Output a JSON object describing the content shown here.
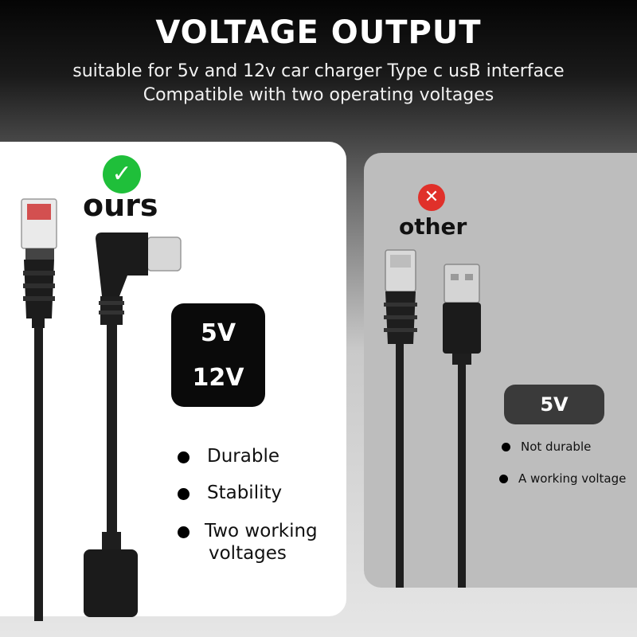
{
  "header": {
    "title": "VOLTAGE OUTPUT",
    "subtitle_line1": "suitable for 5v and 12v car charger Type c usB interface",
    "subtitle_line2": "Compatible with two operating voltages"
  },
  "ours": {
    "label": "ours",
    "badge_icon": "check-icon",
    "badge_color": "#1fbf3a",
    "voltages": [
      "5V",
      "12V"
    ],
    "features": [
      "Durable",
      "Stability",
      "Two working",
      "voltages"
    ]
  },
  "other": {
    "label": "other",
    "badge_icon": "cross-icon",
    "badge_color": "#e0302a",
    "voltage": "5V",
    "features": [
      "Not durable",
      "A working voltage"
    ]
  }
}
